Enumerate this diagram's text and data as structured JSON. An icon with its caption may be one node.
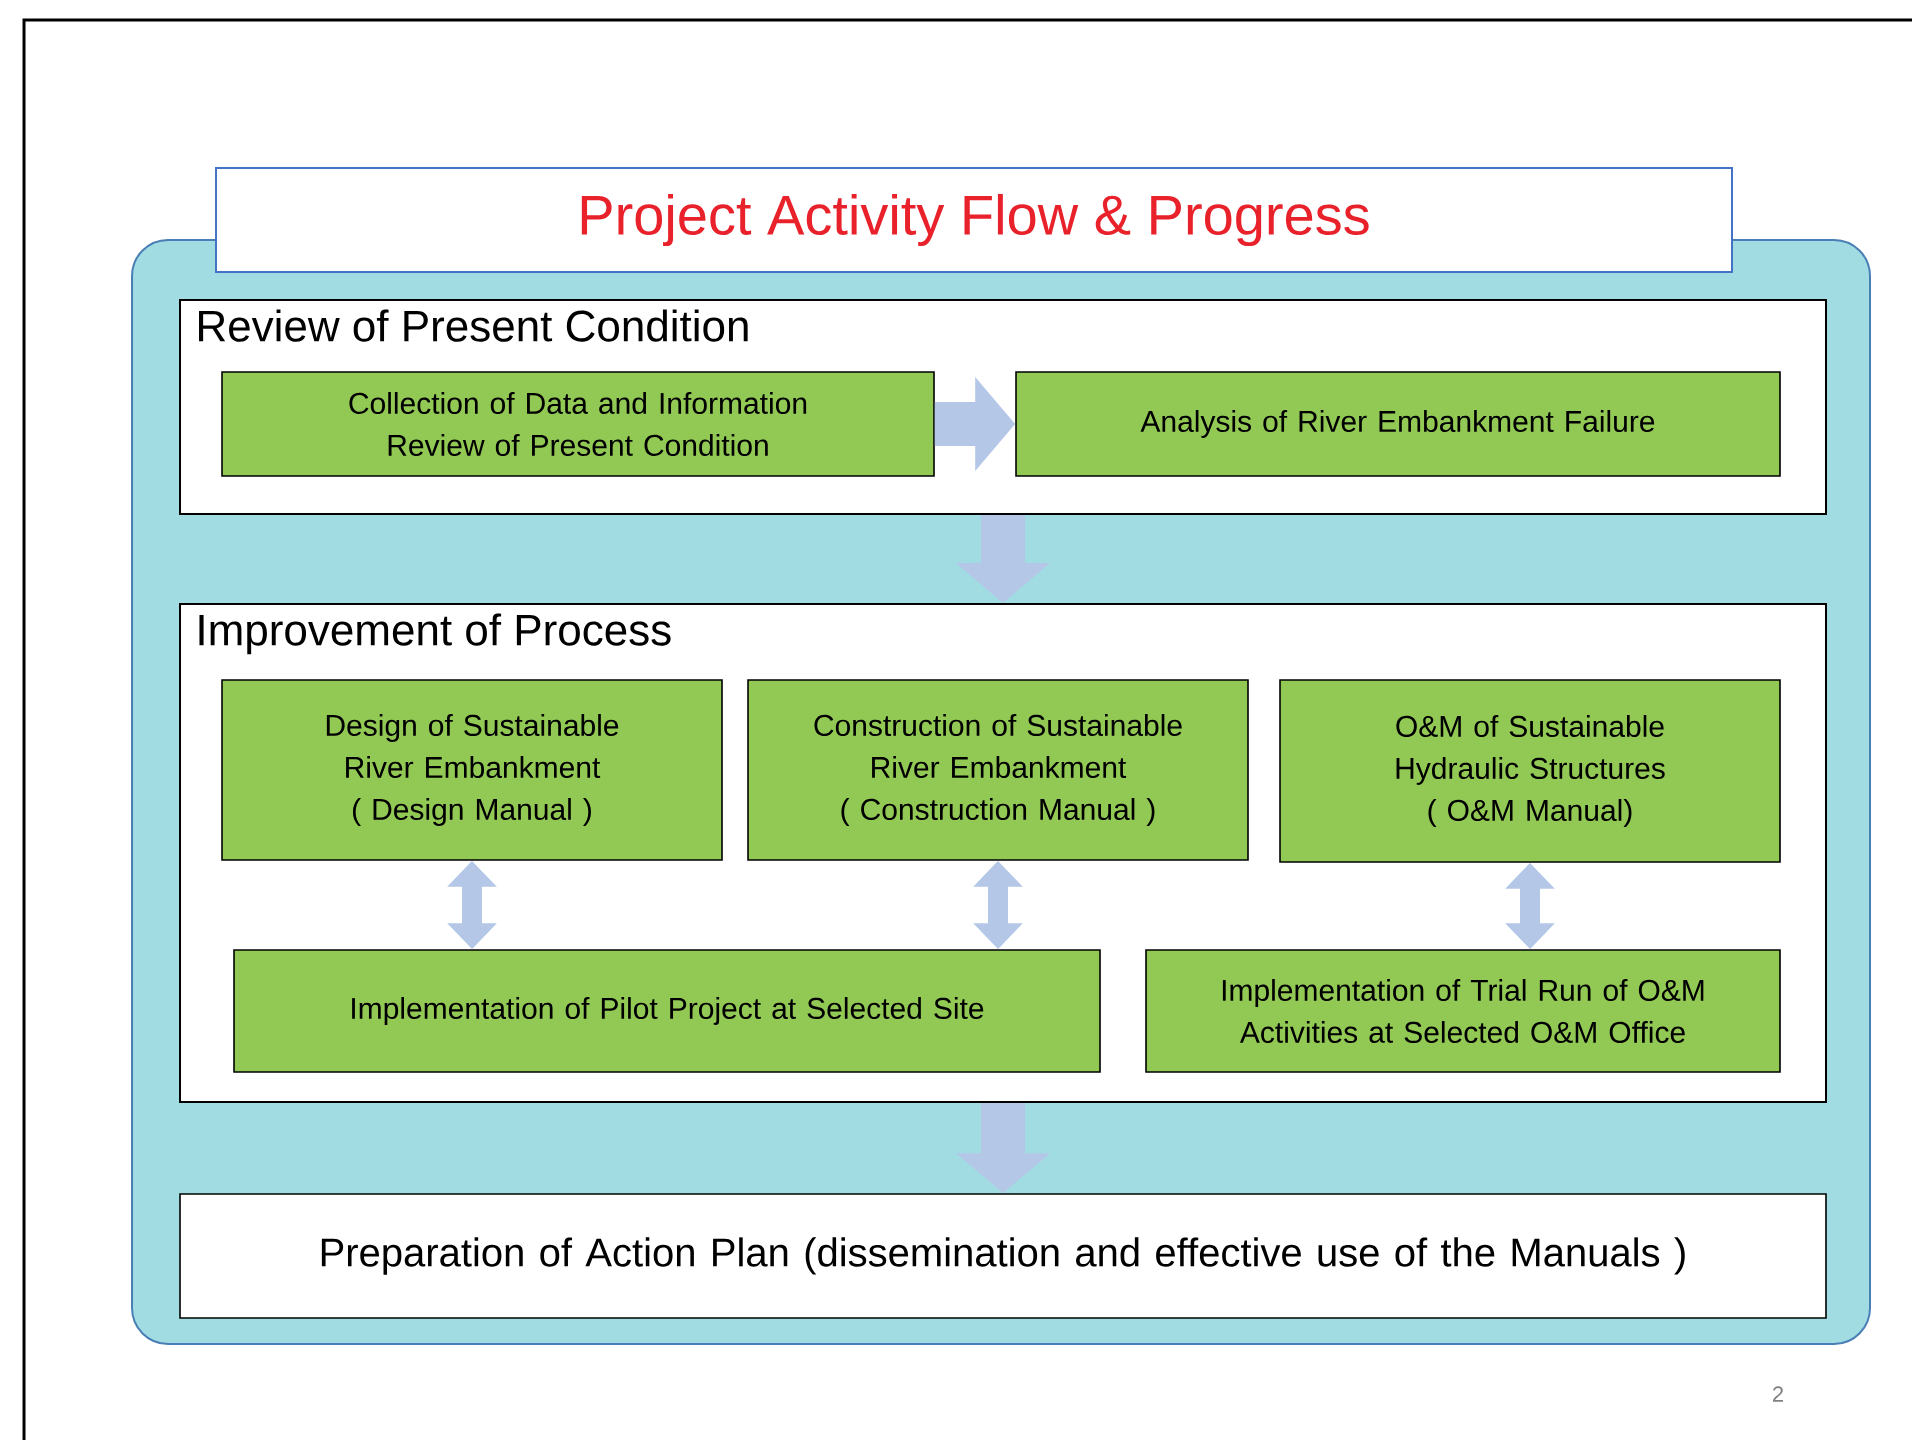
{
  "diagram": {
    "title": "Project Activity Flow & Progress",
    "nodes": [
      {
        "text": [],
        "shape": "box"
      },
      {
        "text": [
          "Review of Present Condition"
        ],
        "in": 0
      },
      {
        "text": [
          "Collection of Data and Information",
          "Review of Present Condition"
        ],
        "in": 1
      },
      {
        "text": [
          "Analysis of River Embankment Failure"
        ],
        "in": 1
      },
      {
        "text": [
          "Improvement of Process"
        ],
        "in": 0
      },
      {
        "text": [
          "Design of Sustainable River Embankment",
          "( Design Manual )"
        ],
        "in": 4
      },
      {
        "text": [
          "Construction of Sustainable River Embankment",
          "( Construction Manual )"
        ],
        "in": 4
      },
      {
        "text": [
          "O&M of Sustainable Hydraulic Structures",
          "( O&M Manual)"
        ],
        "in": 4
      },
      {
        "text": [
          "Implementation of Pilot Project at Selected Site"
        ],
        "in": 4
      },
      {
        "text": [
          "Implementation of Trial Run of O&M Activities at Selected O&M Office"
        ],
        "in": 4
      },
      {
        "text": [
          "Preparation of Action Plan (dissemination and effective use of the Manuals )"
        ],
        "in": 0
      }
    ],
    "edges": [
      {
        "from": 2,
        "to": 3,
        "arrow": "to",
        "style": "thick"
      },
      {
        "from": 1,
        "to": 4,
        "arrow": "to",
        "style": "thick"
      },
      {
        "from": 5,
        "to": 8,
        "arrow": "both"
      },
      {
        "from": 6,
        "to": 8,
        "arrow": "both"
      },
      {
        "from": 7,
        "to": 9,
        "arrow": "both"
      },
      {
        "from": 4,
        "to": 10,
        "arrow": "to",
        "style": "thick"
      }
    ],
    "labels": [
      "2"
    ]
  }
}
